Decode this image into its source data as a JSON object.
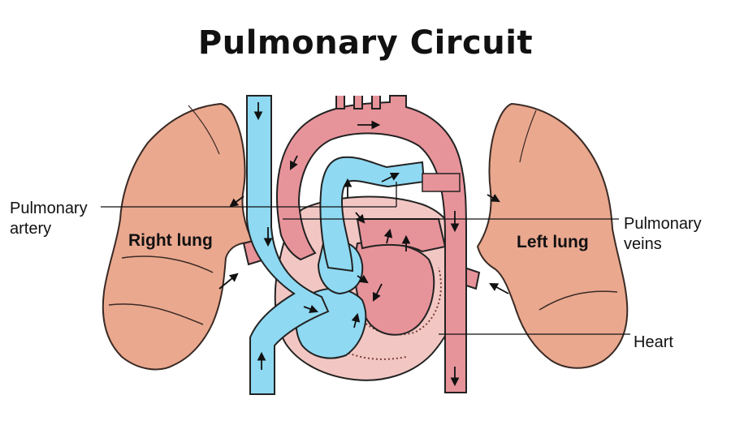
{
  "title": "Pulmonary Circuit",
  "labels": {
    "pulmonary_artery_line1": "Pulmonary",
    "pulmonary_artery_line2": "artery",
    "right_lung": "Right lung",
    "left_lung": "Left lung",
    "pulmonary_veins_line1": "Pulmonary",
    "pulmonary_veins_line2": "veins",
    "heart": "Heart"
  },
  "colors": {
    "lung": "#eaa88f",
    "lung_outline": "#3a2a24",
    "deoxygenated": "#8fd9f2",
    "oxygenated": "#e7939a",
    "heart_muscle": "#f2c7c3",
    "outline": "#222222"
  }
}
